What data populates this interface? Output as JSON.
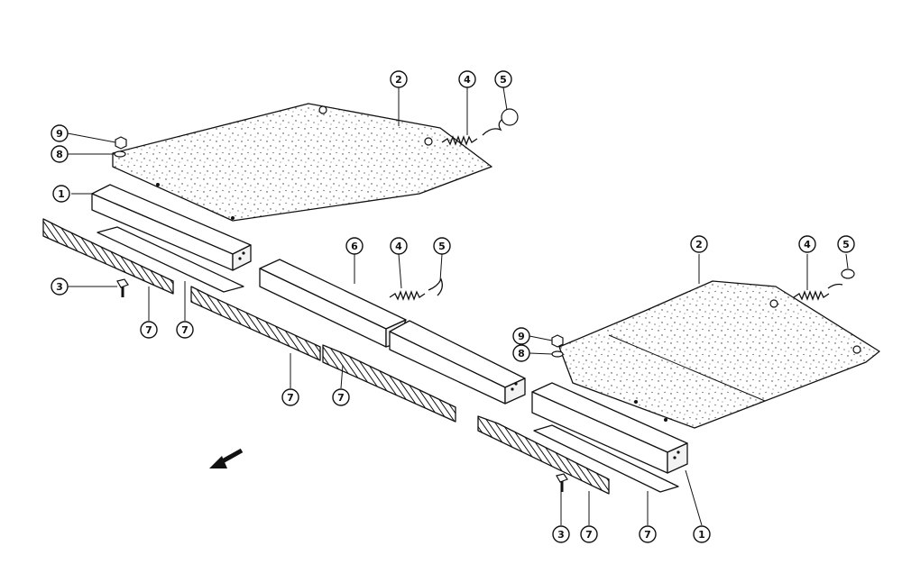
{
  "callouts": [
    {
      "label": "1"
    },
    {
      "label": "2"
    },
    {
      "label": "3"
    },
    {
      "label": "4"
    },
    {
      "label": "5"
    },
    {
      "label": "6"
    },
    {
      "label": "7"
    },
    {
      "label": "7"
    },
    {
      "label": "7"
    },
    {
      "label": "7"
    },
    {
      "label": "8"
    },
    {
      "label": "9"
    },
    {
      "label": "2"
    },
    {
      "label": "4"
    },
    {
      "label": "5"
    },
    {
      "label": "4"
    },
    {
      "label": "5"
    },
    {
      "label": "9"
    },
    {
      "label": "8"
    },
    {
      "label": "3"
    },
    {
      "label": "7"
    },
    {
      "label": "7"
    },
    {
      "label": "1"
    }
  ],
  "icons": {
    "direction_arrow": "front-direction-arrow-icon"
  }
}
